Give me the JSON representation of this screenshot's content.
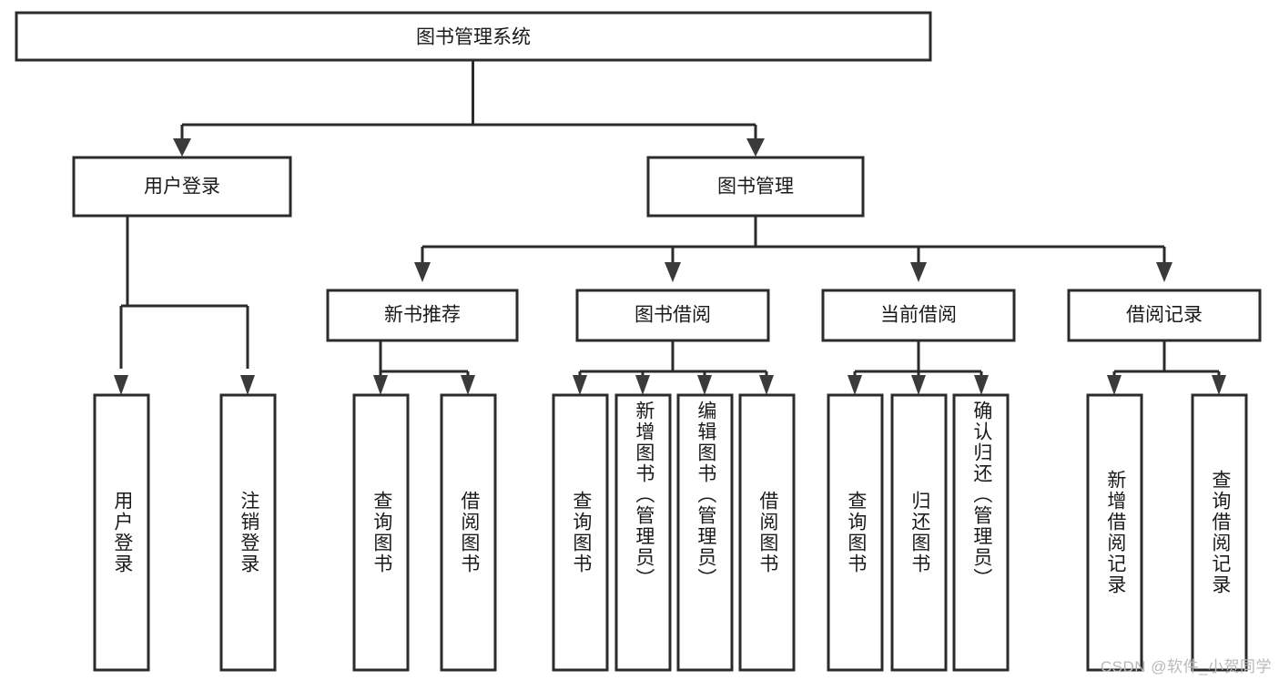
{
  "diagram": {
    "title": "图书管理系统",
    "watermark": "CSDN @软件_小贺同学",
    "colors": {
      "box_stroke": "#2b2b2b",
      "box_fill": "#ffffff",
      "text": "#1a1a1a",
      "connector": "#2b2b2b",
      "arrow": "#3a3a3a",
      "watermark": "#b9b9b9",
      "background": "#ffffff"
    },
    "root": {
      "label": "图书管理系统"
    },
    "level2": [
      {
        "label": "用户登录"
      },
      {
        "label": "图书管理"
      }
    ],
    "level3": [
      {
        "label": "新书推荐"
      },
      {
        "label": "图书借阅"
      },
      {
        "label": "当前借阅"
      },
      {
        "label": "借阅记录"
      }
    ],
    "leaves": {
      "user_login": [
        {
          "label": "用户登录"
        },
        {
          "label": "注销登录"
        }
      ],
      "new_book_recommend": [
        {
          "label": "查询图书"
        },
        {
          "label": "借阅图书"
        }
      ],
      "book_borrow": [
        {
          "label": "查询图书"
        },
        {
          "label": "新增图书（管理员）"
        },
        {
          "label": "编辑图书（管理员）"
        },
        {
          "label": "借阅图书"
        }
      ],
      "current_borrow": [
        {
          "label": "查询图书"
        },
        {
          "label": "归还图书"
        },
        {
          "label": "确认归还（管理员）"
        }
      ],
      "borrow_records": [
        {
          "label": "新增借阅记录"
        },
        {
          "label": "查询借阅记录"
        }
      ]
    }
  }
}
